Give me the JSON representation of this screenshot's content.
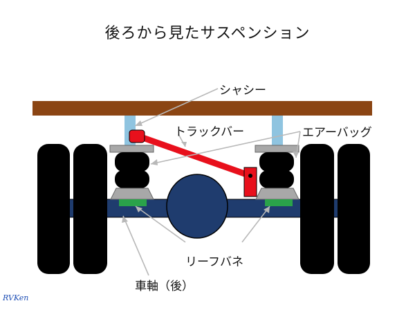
{
  "title": "後ろから見たサスペンション",
  "labels": {
    "chassis": "シャシー",
    "track_bar": "トラックバー",
    "air_bag": "エアーバッグ",
    "leaf_spring": "リーフバネ",
    "axle": "車軸（後）"
  },
  "signature": "RVKen",
  "colors": {
    "chassis": "#8b4513",
    "tire": "#000000",
    "axle": "#1f3c6e",
    "track_bar": "#e8101c",
    "air_bag": "#000000",
    "air_bag_plate": "#a8a8a8",
    "leaf_spring": "#2aa24a",
    "bracket": "#8fc4e0",
    "callout": "#b8b8b8"
  }
}
